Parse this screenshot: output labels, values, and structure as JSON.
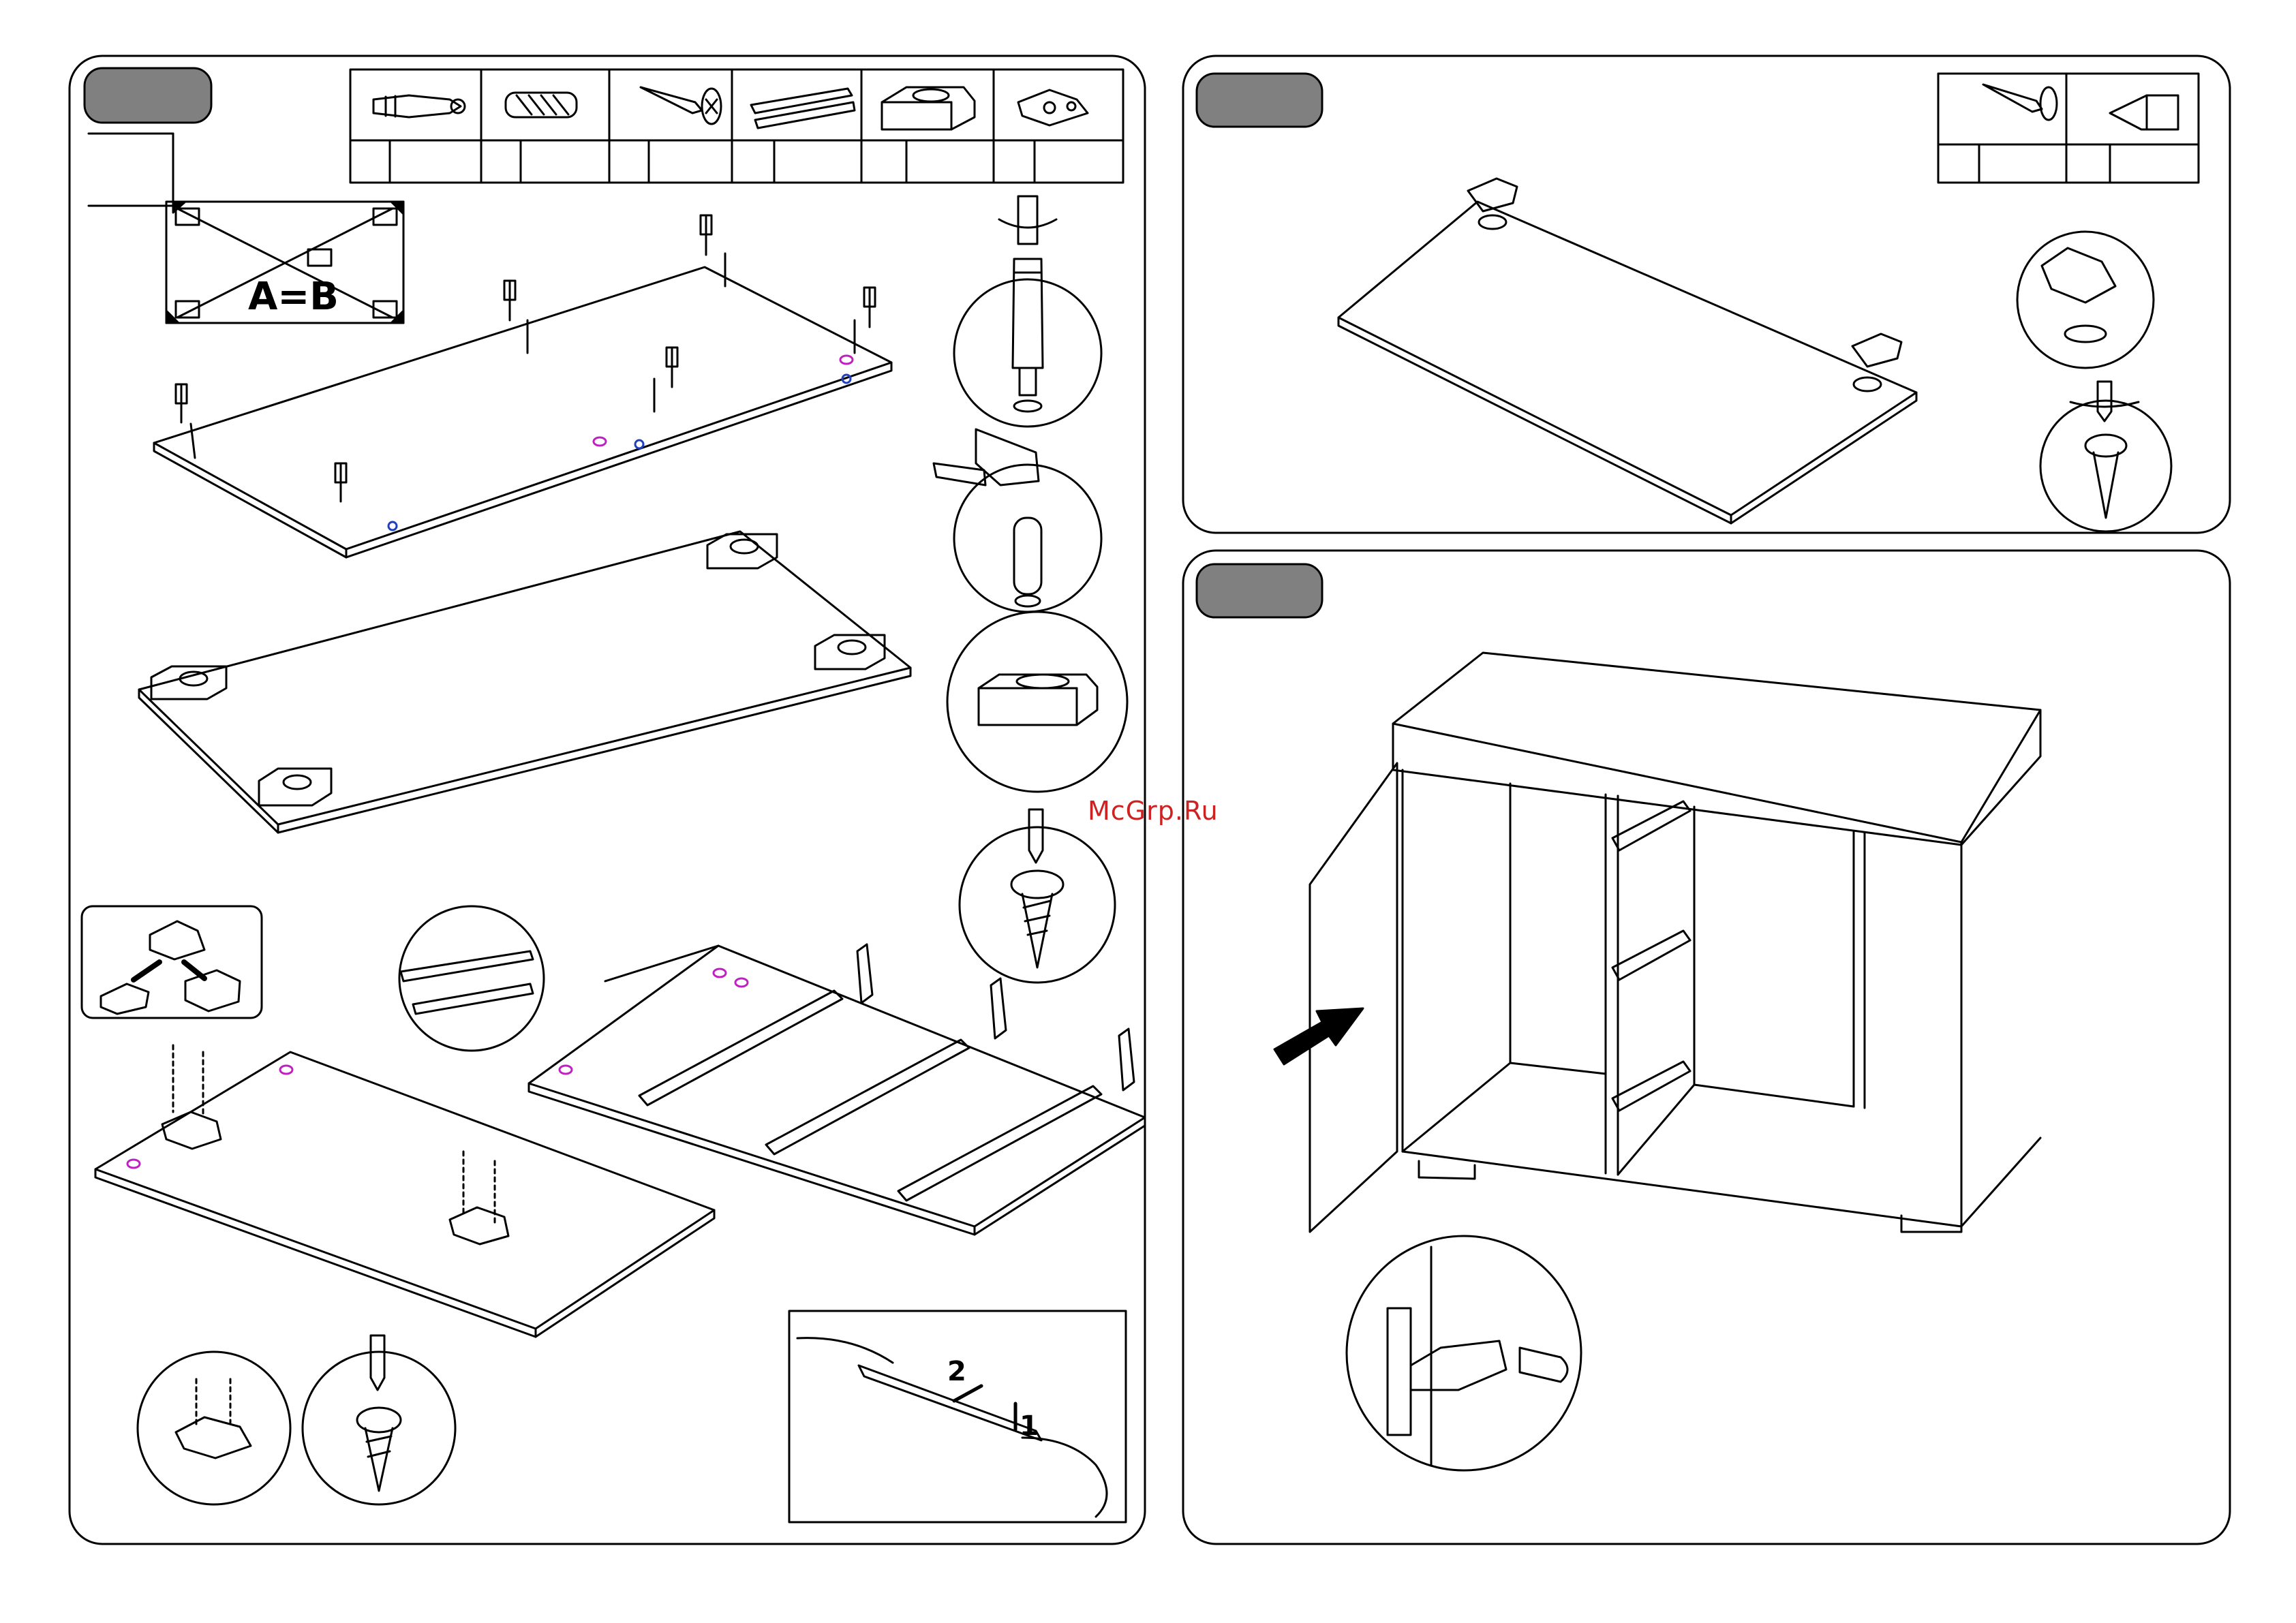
{
  "panels": {
    "left_step_badge": "",
    "top_right_step_badge": "",
    "bottom_right_step_badge": ""
  },
  "labels": {
    "diagonal_check": "A=B",
    "arrow_step_2": "2",
    "arrow_step_1": "1"
  },
  "watermark": "McGrp.Ru",
  "parts_table_left": {
    "items": [
      "cam-bolt-icon",
      "wooden-dowel-icon",
      "wood-screw-icon",
      "drawer-runner-icon",
      "furniture-foot-icon",
      "hinge-plate-icon"
    ],
    "counts": [
      "",
      "",
      "",
      "",
      "",
      ""
    ]
  },
  "parts_table_right": {
    "items": [
      "wood-screw-icon",
      "hinge-icon"
    ],
    "counts": [
      "",
      ""
    ]
  },
  "colors": {
    "line": "#000000",
    "badge": "#808080",
    "accent_magenta": "#c020c0",
    "accent_blue": "#2040c0",
    "watermark": "#cc2222"
  }
}
